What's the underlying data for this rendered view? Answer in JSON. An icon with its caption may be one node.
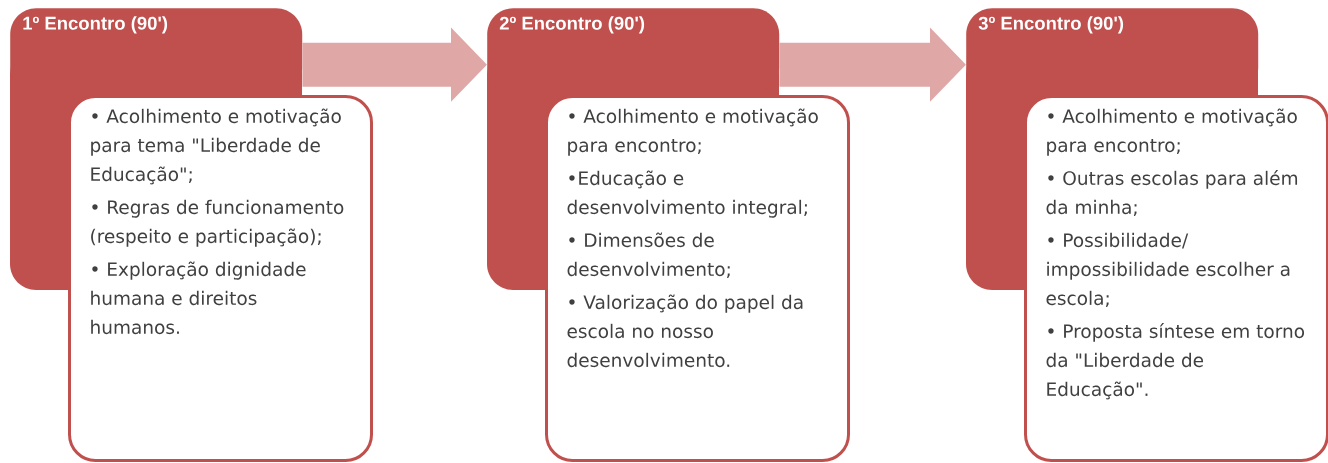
{
  "diagram": {
    "nodes": [
      {
        "text": [
          "1º Encontro (90')"
        ]
      },
      {
        "text": [
          "• Acolhimento e motivação para tema \"Liberdade de Educação\";",
          "• Regras de funcionamento (respeito e participação);",
          "• Exploração dignidade humana e direitos humanos."
        ]
      },
      {
        "text": [
          "2º Encontro (90')"
        ]
      },
      {
        "text": [
          "• Acolhimento e motivação para encontro;",
          "•Educação e desenvolvimento integral;",
          "• Dimensões de desenvolvimento;",
          "• Valorização do papel da escola no nosso desenvolvimento."
        ]
      },
      {
        "text": [
          "3º Encontro (90')"
        ]
      },
      {
        "text": [
          "• Acolhimento e motivação para encontro;",
          "• Outras escolas para além da minha;",
          "• Possibilidade/ impossibilidade escolher a escola;",
          "• Proposta síntese em torno da \"Liberdade de Educação\"."
        ]
      }
    ],
    "edges": [
      {
        "from": 0,
        "to": 2,
        "arrow": "to"
      },
      {
        "from": 2,
        "to": 4,
        "arrow": "to"
      }
    ]
  }
}
